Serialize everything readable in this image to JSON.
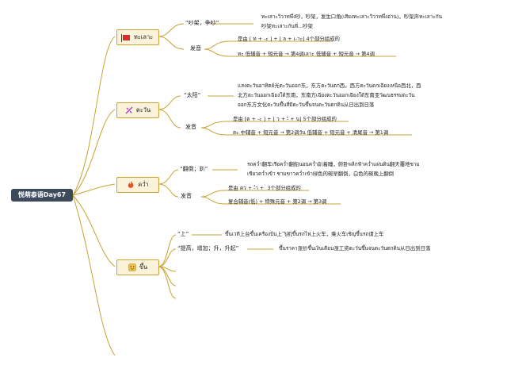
{
  "root": {
    "label": "悦萌泰语Day67"
  },
  "branches": [
    {
      "word": "ทะเลาะ",
      "icon": "red-flag-icon",
      "meaning_label": "“吵架，争吵”",
      "example": [
        "ทะเลาะวิวาทพึ่ง吵，吵架，发生口角(เสียงทะเลาะวิวาทพึ่งอ่าน)，吵架声ทะเลาะกัน",
        "吵架ทะเลาะกันพี่...吵架"
      ],
      "pron_label": "发音",
      "pron_lines": [
        "是由 [ ท + -ะ ] + [ ล + เ-าะ] 4个部分组成的",
        "ทะ 低辅音 + 短元音 → 第4调เลาะ 低辅音 + 短元音 → 第4调"
      ]
    },
    {
      "word": "ตะวัน",
      "icon": "sparkle-icon",
      "meaning_label": "“太阳”",
      "example": [
        "แสงตะวันอาทิตย์光ตะวันออก东，东方ตะวันตก西，西方ตะวันตกเฉียงเหนือ西北，西",
        "北方ตะวันออกเฉียงใต้东南，东南方เฉียงตะวันออกเฉียงใต้东南亚วัฒนธรรมตะวัน",
        "ออก东方文化ตะวันขึ้นสี่มีตะวันขึ้นจนตะวันตกดิน从日出到日落"
      ],
      "pron_label": "发音",
      "pron_lines": [
        "是由 [ต + -ะ ] + [ ว + -ั + น] 5个部分组成的",
        "ตะ 中辅音 + 短元音 → 第2调วัน 低辅音 + 短元音 + 清尾音 → 第1调"
      ]
    },
    {
      "word": "คว่ำ",
      "icon": "fire-icon",
      "meaning_label": "“翻倒；趴”",
      "example": [
        "รถคว่ำ翻车เรือคว่ำ翻船นอนคว่ำ趴着睡，俯卧พลิกฟ้าคว่ำแผ่นดิน翻天覆地ชาม",
        "เขียวคว่ำเข้า ชามขาวคว่ำเข้า绿色的碗早翻倒，白色的碗晚上翻倒"
      ],
      "pron_label": "发音",
      "pron_lines": [
        "是由 คว + -ำ + ่ 3个部分组成的",
        "复合辅音(低) + 特殊元音 + 第2调 → 第3调"
      ]
    },
    {
      "word": "ขึ้น",
      "icon": "face-icon",
      "items": [
        {
          "label": "“上”",
          "text": "ขึ้นเวที上台ขึ้นเครื่องบิน上飞机ขึ้นรถไฟ上火车，乘火车เชิญขึ้นรถ请上车"
        },
        {
          "label": "“提高，增加；升，升起”",
          "text": "ขึ้นราคา涨价ขึ้นเงินเดือน涨工资ตะวันขึ้นจนตะวันตกดิน从日出到日落"
        }
      ]
    }
  ]
}
